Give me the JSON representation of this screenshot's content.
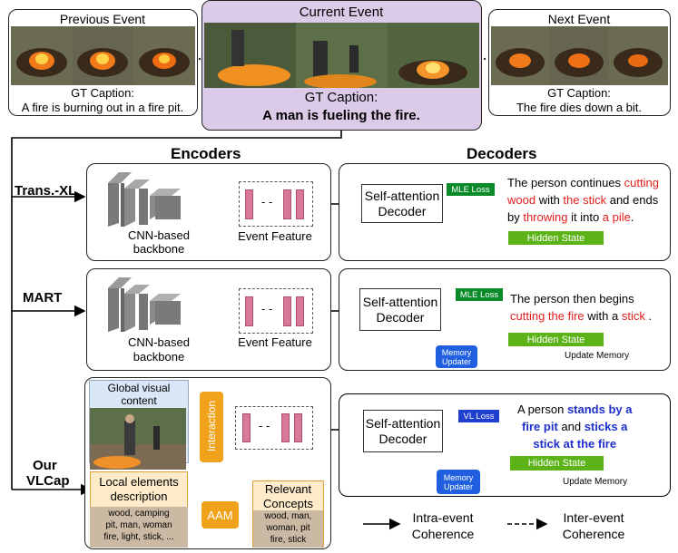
{
  "events": {
    "previous": {
      "title": "Previous Event",
      "caption_label": "GT Caption:",
      "caption": "A fire is burning out in a fire pit."
    },
    "current": {
      "title": "Current Event",
      "caption_label": "GT Caption:",
      "caption": "A man is fueling the fire."
    },
    "next": {
      "title": "Next Event",
      "caption_label": "GT Caption:",
      "caption": "The fire dies down a bit."
    }
  },
  "headers": {
    "encoders": "Encoders",
    "decoders": "Decoders"
  },
  "models": {
    "transxl": {
      "label": "Trans.-XL",
      "backbone": [
        "CNN-based",
        "backbone"
      ],
      "feature": "Event Feature",
      "decoder": [
        "Self-attention",
        "Decoder"
      ],
      "loss": "MLE Loss",
      "hidden": "Hidden State",
      "output": {
        "l1a": "The person continues ",
        "l1b": "cutting",
        "l2a": "wood",
        "l2b": " with ",
        "l2c": "the stick",
        "l2d": " and ends",
        "l3a": "by ",
        "l3b": "throwing",
        "l3c": " it into ",
        "l3d": "a pile",
        "l3e": "."
      }
    },
    "mart": {
      "label": "MART",
      "backbone": [
        "CNN-based",
        "backbone"
      ],
      "feature": "Event Feature",
      "decoder": [
        "Self-attention",
        "Decoder"
      ],
      "loss": "MLE Loss",
      "hidden": "Hidden State",
      "memory": [
        "Memory",
        "Updater"
      ],
      "update": "Update Memory",
      "output": {
        "l1": "The person then begins",
        "l2a": "cutting the fire",
        "l2b": " with a ",
        "l2c": "stick",
        "l2d": " ."
      }
    },
    "vlcap": {
      "label": [
        "Our",
        "VLCap"
      ],
      "global": [
        "Global visual",
        "content"
      ],
      "interaction": "Interaction",
      "local": [
        "Local elements",
        "description"
      ],
      "local_words": [
        "wood, camping",
        "pit, man, woman",
        "fire, light, stick, ..."
      ],
      "aam": "AAM",
      "relevant": [
        "Relevant",
        "Concepts"
      ],
      "relevant_words": [
        "wood, man,",
        "woman, pit",
        "fire, stick"
      ],
      "decoder": [
        "Self-attention",
        "Decoder"
      ],
      "loss": "VL Loss",
      "hidden": "Hidden State",
      "memory": [
        "Memory",
        "Updater"
      ],
      "update": "Update Memory",
      "output": {
        "l1a": "A person ",
        "l1b": "stands by a",
        "l2a": "fire pit",
        "l2b": " and ",
        "l2c": "sticks a",
        "l3": "stick at the fire"
      }
    }
  },
  "legend": {
    "intra": [
      "Intra-event",
      "Coherence"
    ],
    "inter": [
      "Inter-event",
      "Coherence"
    ]
  },
  "colors": {
    "mle": "#0b8a2a",
    "hidden": "#5bb318",
    "memory": "#1f5fe0",
    "current_event_bg": "#dccbe8",
    "interaction": "#f0a21a",
    "concept_bg": "#fdebc9"
  }
}
